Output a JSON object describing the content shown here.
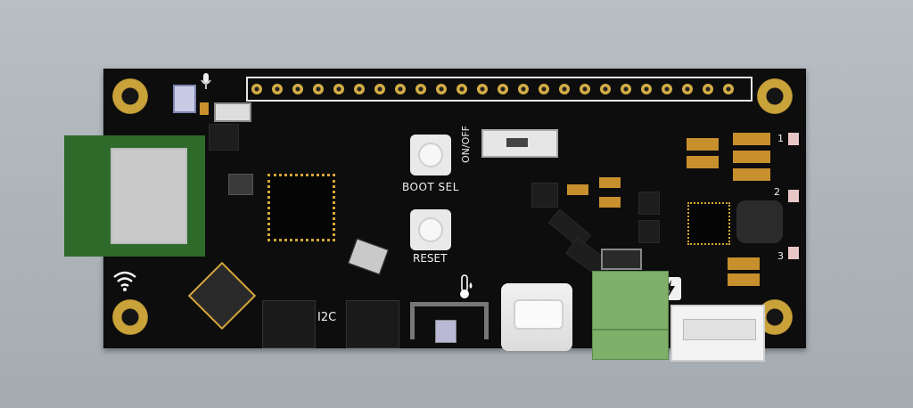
{
  "silkscreen": {
    "boot_label": "BOOT SEL",
    "reset_label": "RESET",
    "onoff_label": "ON/OFF",
    "i2c_label": "I2C",
    "marker_1": "1",
    "marker_2": "2",
    "marker_3": "3"
  },
  "colors": {
    "background": "#aeb4b9",
    "board": "#0d0d0d",
    "gold": "#d6a738",
    "module_green": "#2e6b2a",
    "terminal_green": "#7fb06a",
    "usb_silver": "#e8e8e8"
  },
  "icons": [
    "wifi-icon",
    "microphone-icon",
    "thermometer-icon",
    "battery-charge-icon"
  ]
}
